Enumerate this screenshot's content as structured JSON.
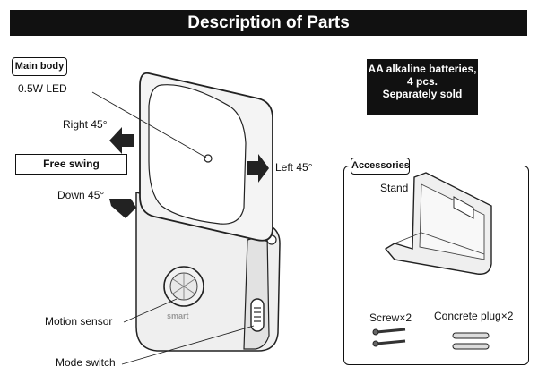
{
  "title": "Description of Parts",
  "main_body_label": "Main body",
  "led_label": "0.5W LED",
  "right_label": "Right 45°",
  "free_swing_label": "Free swing",
  "down_label": "Down 45°",
  "left_label": "Left 45°",
  "motion_sensor_label": "Motion sensor",
  "mode_switch_label": "Mode switch",
  "device_brand": "smart",
  "batteries": {
    "line1": "AA alkaline batteries,",
    "line2": "4 pcs.",
    "line3": "Separately sold"
  },
  "accessories": {
    "header": "Accessories",
    "stand_label": "Stand",
    "screw_label": "Screw×2",
    "plug_label": "Concrete plug×2"
  }
}
